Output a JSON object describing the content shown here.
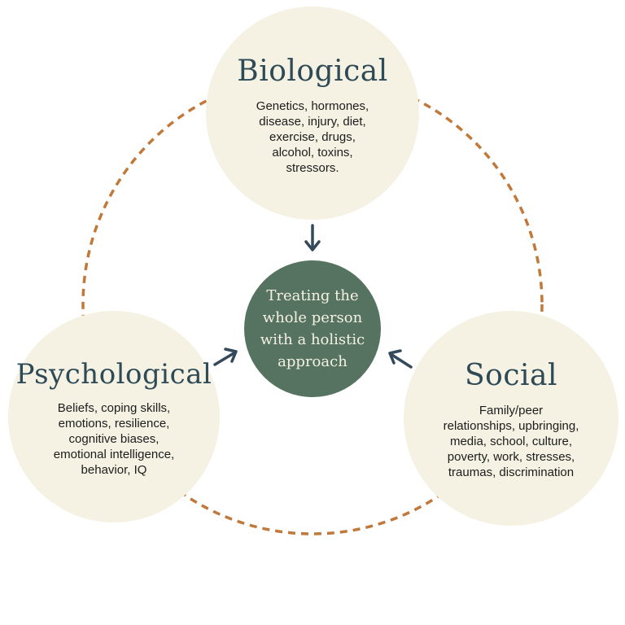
{
  "colors": {
    "node_fill": "#f5f2e4",
    "center_fill": "#557360",
    "title_text": "#2e4a56",
    "dashed_ring": "#c0793a",
    "arrow": "#34495a"
  },
  "center": {
    "label": "Treating the\nwhole person\nwith a holistic\napproach"
  },
  "nodes": {
    "biological": {
      "title": "Biological",
      "description": "Genetics, hormones,\ndisease, injury, diet,\nexercise, drugs,\nalcohol, toxins,\nstressors."
    },
    "psychological": {
      "title": "Psychological",
      "description": "Beliefs, coping skills,\nemotions, resilience,\ncognitive biases,\nemotional intelligence,\nbehavior, IQ"
    },
    "social": {
      "title": "Social",
      "description": "Family/peer\nrelationships, upbringing,\nmedia, school, culture,\npoverty, work, stresses,\ntraumas, discrimination"
    }
  }
}
